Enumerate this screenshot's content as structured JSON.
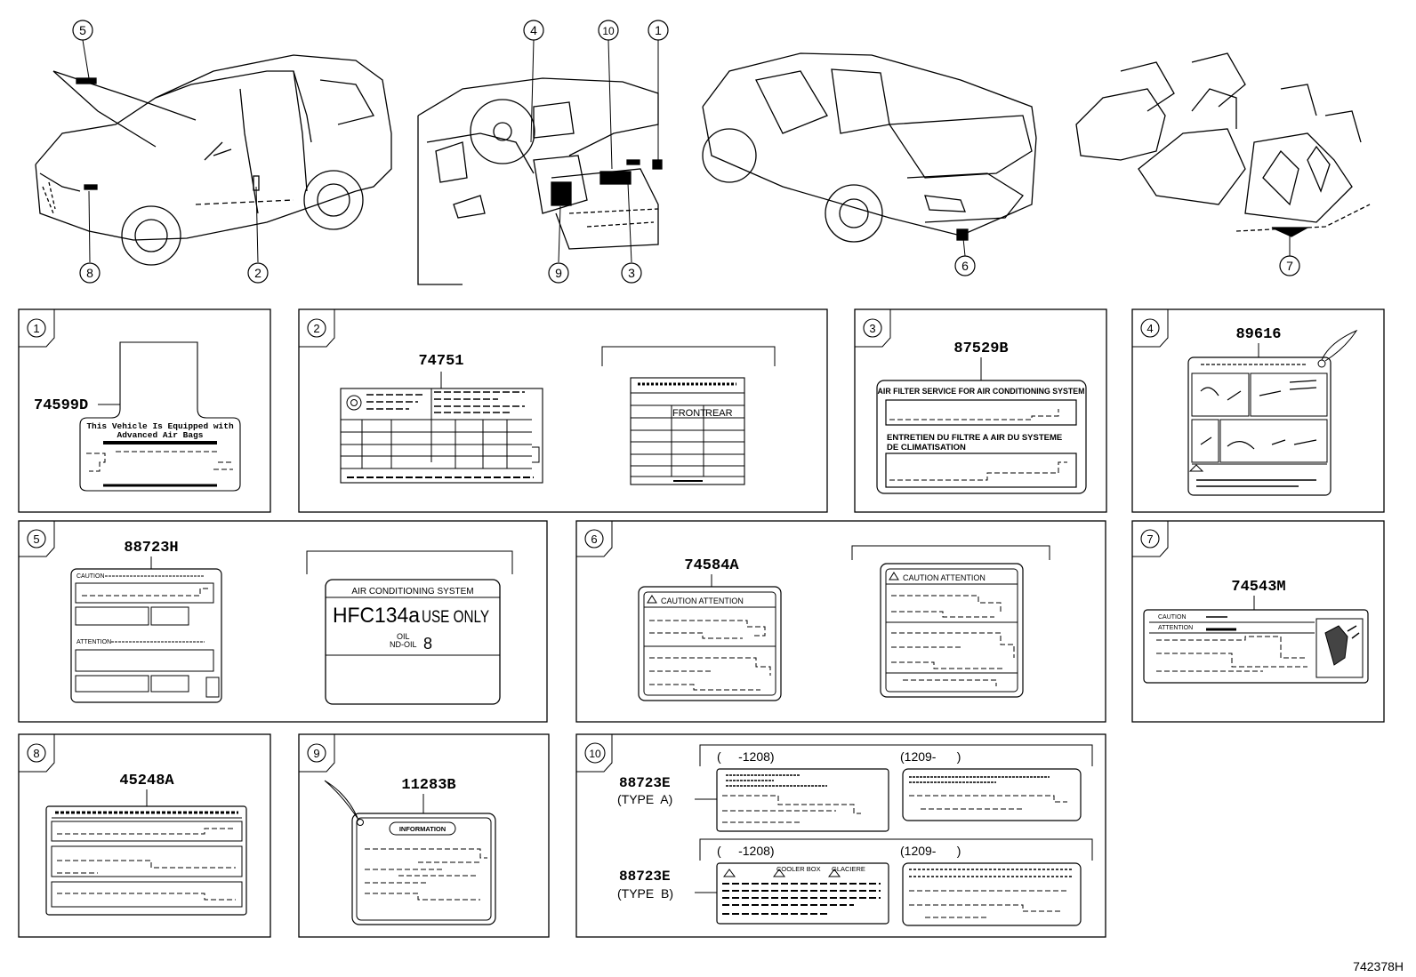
{
  "callouts": [
    "1",
    "2",
    "3",
    "4",
    "5",
    "6",
    "7",
    "8",
    "9",
    "10"
  ],
  "panels": {
    "p1": {
      "num": "1",
      "part": "74599D",
      "text_line1": "This Vehicle Is Equipped with",
      "text_line2": "Advanced Air Bags"
    },
    "p2": {
      "num": "2",
      "part": "74751",
      "col_front": "FRONT",
      "col_rear": "REAR"
    },
    "p3": {
      "num": "3",
      "part": "87529B",
      "text_en": "AIR FILTER SERVICE FOR AIR CONDITIONING SYSTEM",
      "text_fr1": "ENTRETIEN DU FILTRE A AIR DU SYSTEME",
      "text_fr2": "DE CLIMATISATION"
    },
    "p4": {
      "num": "4",
      "part": "89616"
    },
    "p5": {
      "num": "5",
      "part": "88723H",
      "caution": "CAUTION",
      "attention": "ATTENTION",
      "ac_title": "AIR CONDITIONING SYSTEM",
      "ac_main": "HFC134a",
      "ac_use": "USE ONLY",
      "oil": "OIL",
      "nd_oil": "ND-OIL",
      "oil_num": "8"
    },
    "p6": {
      "num": "6",
      "part": "74584A",
      "caution_attention": "CAUTION ATTENTION"
    },
    "p7": {
      "num": "7",
      "part": "74543M",
      "caution": "CAUTION",
      "attention": "ATTENTION"
    },
    "p8": {
      "num": "8",
      "part": "45248A"
    },
    "p9": {
      "num": "9",
      "part": "11283B",
      "info": "INFORMATION"
    },
    "p10": {
      "num": "10",
      "part_a": "88723E",
      "type_a": "(TYPE  A)",
      "part_b": "88723E",
      "type_b": "(TYPE  B)",
      "range1": "(     -1208)",
      "range2": "(1209-      )",
      "cooler_box": "COOLER BOX",
      "glaciere": "GLACIERE"
    }
  },
  "figure_id": "742378H"
}
